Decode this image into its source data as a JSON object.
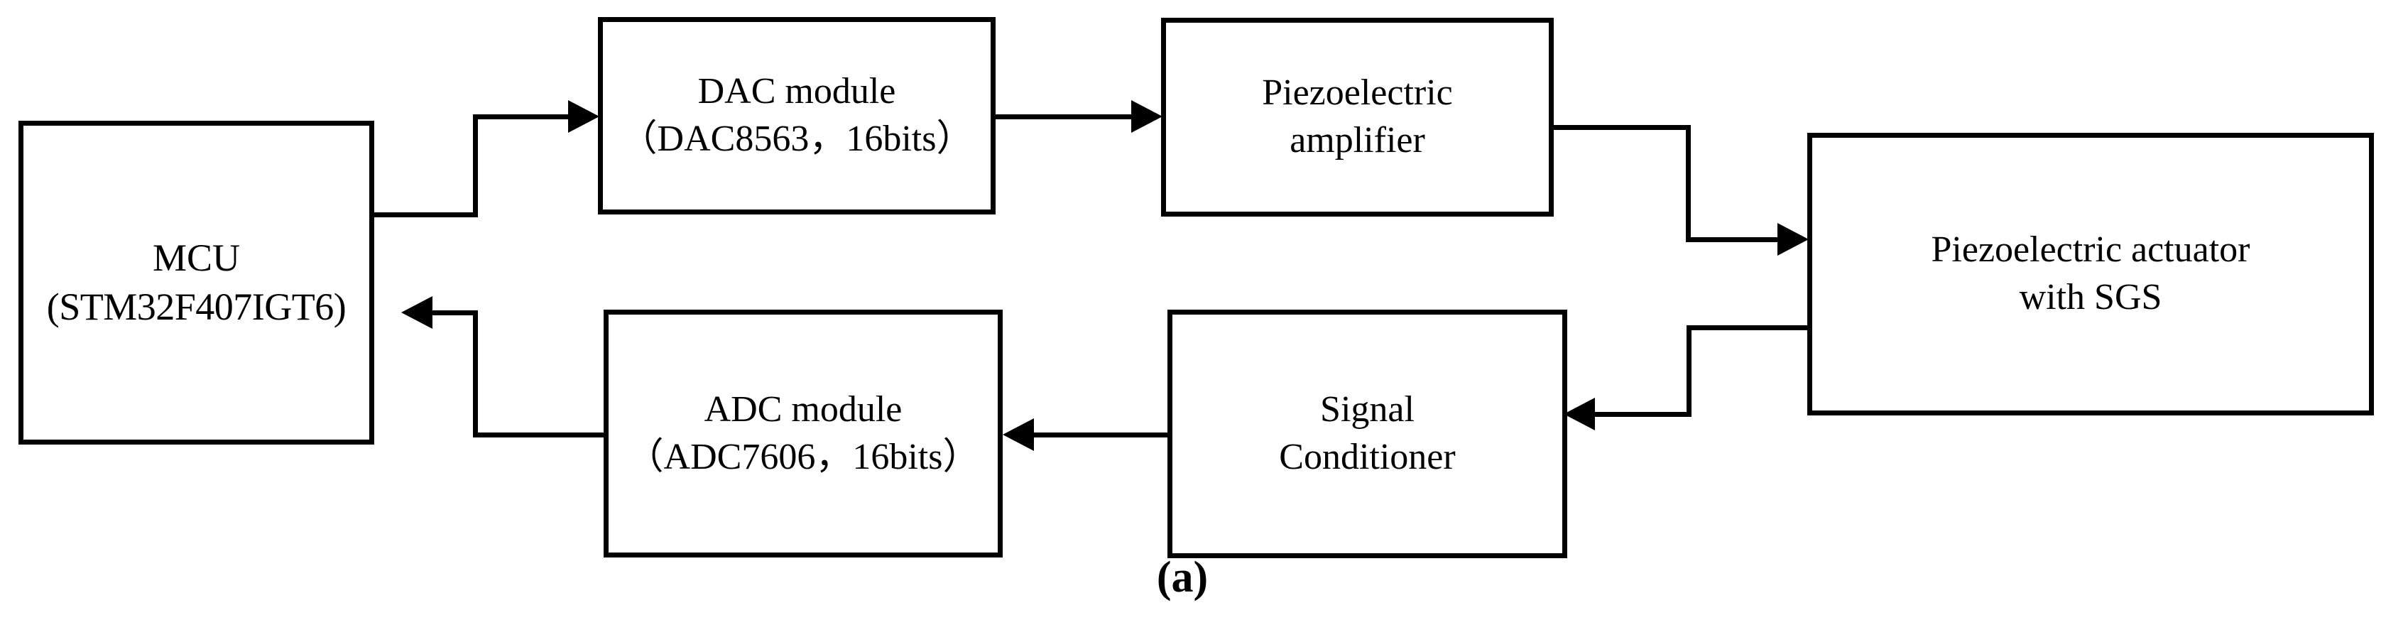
{
  "figure": {
    "caption": "(a)",
    "line_color": "#000000",
    "background_color": "#ffffff"
  },
  "blocks": [
    {
      "id": "mcu",
      "name": "MCU",
      "line1": "MCU",
      "line2": "(STM32F407IGT6)"
    },
    {
      "id": "dac_module",
      "name": "DAC module",
      "line1": "DAC module",
      "line2": "（DAC8563，16bits）"
    },
    {
      "id": "piezoelectric_amplifier",
      "name": "Piezoelectric amplifier",
      "line1": "Piezoelectric",
      "line2": "amplifier"
    },
    {
      "id": "piezoelectric_actuator",
      "name": "Piezoelectric actuator with SGS",
      "line1": "Piezoelectric actuator",
      "line2": "with SGS"
    },
    {
      "id": "signal_conditioner",
      "name": "Signal Conditioner",
      "line1": "Signal",
      "line2": "Conditioner"
    },
    {
      "id": "adc_module",
      "name": "ADC module",
      "line1": "ADC module",
      "line2": "（ADC7606，16bits）"
    }
  ],
  "connections": [
    {
      "from": "mcu",
      "to": "dac_module",
      "direction": "right"
    },
    {
      "from": "dac_module",
      "to": "piezoelectric_amplifier",
      "direction": "right"
    },
    {
      "from": "piezoelectric_amplifier",
      "to": "piezoelectric_actuator",
      "direction": "right"
    },
    {
      "from": "piezoelectric_actuator",
      "to": "signal_conditioner",
      "direction": "left"
    },
    {
      "from": "signal_conditioner",
      "to": "adc_module",
      "direction": "left"
    },
    {
      "from": "adc_module",
      "to": "mcu",
      "direction": "left"
    }
  ]
}
